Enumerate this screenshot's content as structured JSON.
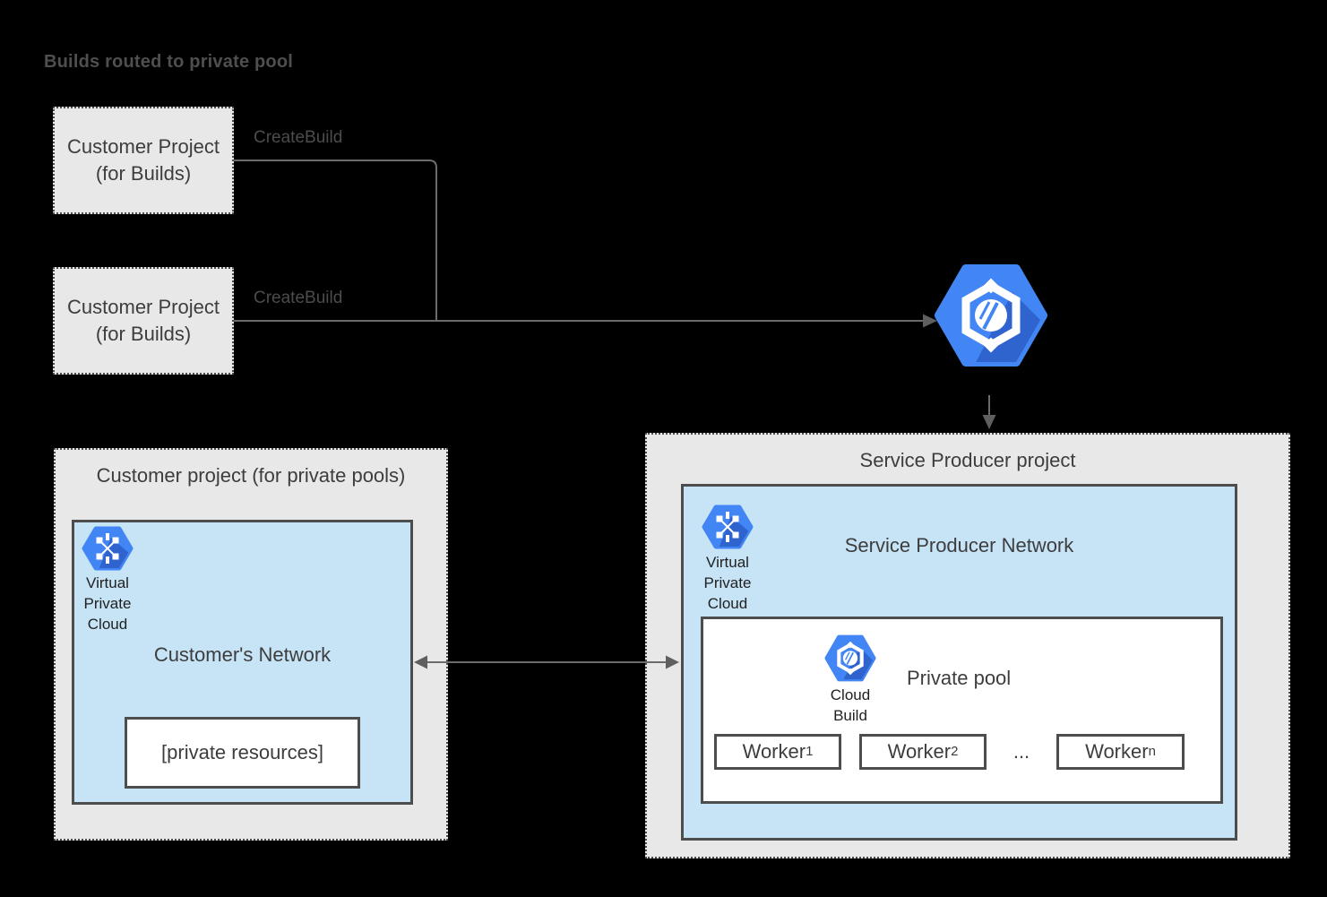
{
  "title": "Builds routed to private pool",
  "customer_builds": {
    "box1": {
      "line1": "Customer Project",
      "line2": "(for Builds)"
    },
    "box2": {
      "line1": "Customer Project",
      "line2": "(for Builds)"
    },
    "create_build_label_1": "CreateBuild",
    "create_build_label_2": "CreateBuild"
  },
  "producer": {
    "title": "Service Producer project",
    "network": {
      "title": "Service Producer Network",
      "vpc_label": [
        "Virtual",
        "Private",
        "Cloud"
      ],
      "pool": {
        "title": "Private pool",
        "cloud_build_label": [
          "Cloud",
          "Build"
        ],
        "workers": [
          {
            "label": "Worker",
            "subscript": "1"
          },
          {
            "label": "Worker",
            "subscript": "2"
          },
          {
            "label": "Worker",
            "subscript": "n"
          }
        ],
        "ellipsis": "..."
      }
    }
  },
  "customer_pool": {
    "title": "Customer project (for private pools)",
    "network": {
      "title": "Customer's Network",
      "vpc_label": [
        "Virtual",
        "Private",
        "Cloud"
      ],
      "private_resources": "[private resources]"
    }
  },
  "icons": {
    "cloud_build": "cloud-build-icon",
    "virtual_private_cloud": "virtual-private-cloud-icon"
  },
  "colors": {
    "background": "#000000",
    "accent_blue": "#4285f4",
    "accent_blue_shadow": "#2f63ce",
    "network_fill": "#c7e4f7",
    "project_fill": "#e8e8e8",
    "border_dark": "#4d4d4d",
    "line_gray": "#6b6b6b",
    "text_dark": "#3d3d3d"
  }
}
